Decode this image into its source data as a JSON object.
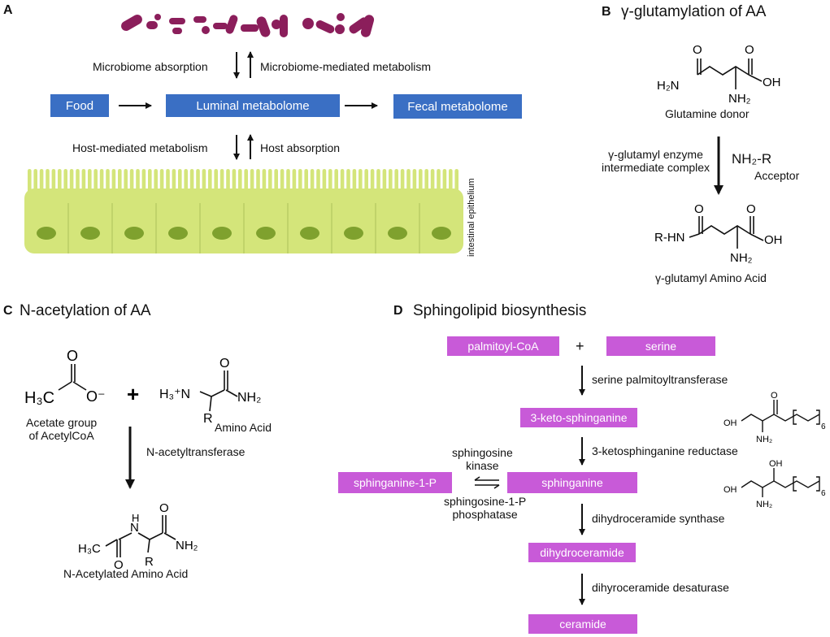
{
  "panels": {
    "a": {
      "letter": "A",
      "microbiome_absorption": "Microbiome absorption",
      "microbiome_metabolism": "Microbiome-mediated metabolism",
      "food": "Food",
      "luminal": "Luminal metabolome",
      "fecal": "Fecal metabolome",
      "host_metabolism": "Host-mediated metabolism",
      "host_absorption": "Host absorption",
      "epithelium": "intestinal epithelium"
    },
    "b": {
      "letter": "B",
      "title": "γ-glutamylation of AA",
      "donor": "Glutamine donor",
      "enzyme_line1": "γ-glutamyl enzyme",
      "enzyme_line2": "intermediate complex",
      "acceptor_formula": "NH₂-R",
      "acceptor": "Acceptor",
      "product": "γ-glutamyl Amino Acid"
    },
    "c": {
      "letter": "C",
      "title": "N-acetylation of AA",
      "acetate_line1": "Acetate group",
      "acetate_line2": "of AcetylCoA",
      "amino_acid": "Amino Acid",
      "enzyme": "N-acetyltransferase",
      "product": "N-Acetylated Amino Acid",
      "plus": "+"
    },
    "d": {
      "letter": "D",
      "title": "Sphingolipid biosynthesis",
      "palmitoyl": "palmitoyl-CoA",
      "plus": "+",
      "serine": "serine",
      "enzyme1": "serine palmitoyltransferase",
      "keto": "3-keto-sphinganine",
      "enzyme2": "3-ketosphinganine reductase",
      "sphinganine": "sphinganine",
      "s1p": "sphinganine-1-P",
      "kinase_line1": "sphingosine",
      "kinase_line2": "kinase",
      "phosphatase_line1": "sphingosine-1-P",
      "phosphatase_line2": "phosphatase",
      "enzyme3": "dihydroceramide synthase",
      "dihydroceramide": "dihydroceramide",
      "enzyme4": "dihyroceramide desaturase",
      "ceramide": "ceramide"
    }
  },
  "chem": {
    "h2n": "H₂N",
    "o": "O",
    "oh": "OH",
    "nh2": "NH₂",
    "rhn": "R-HN",
    "h3c": "H₃C",
    "o_minus": "O⁻",
    "h3n_plus": "H₃⁺N",
    "r": "R",
    "n": "N",
    "h": "H",
    "six": "6"
  },
  "colors": {
    "blue_box": "#3a6fc4",
    "pink_box": "#c85ad8",
    "bacteria": "#8b1e5b",
    "epithelium": "#d4e57a",
    "nucleus": "#7fa12e"
  }
}
